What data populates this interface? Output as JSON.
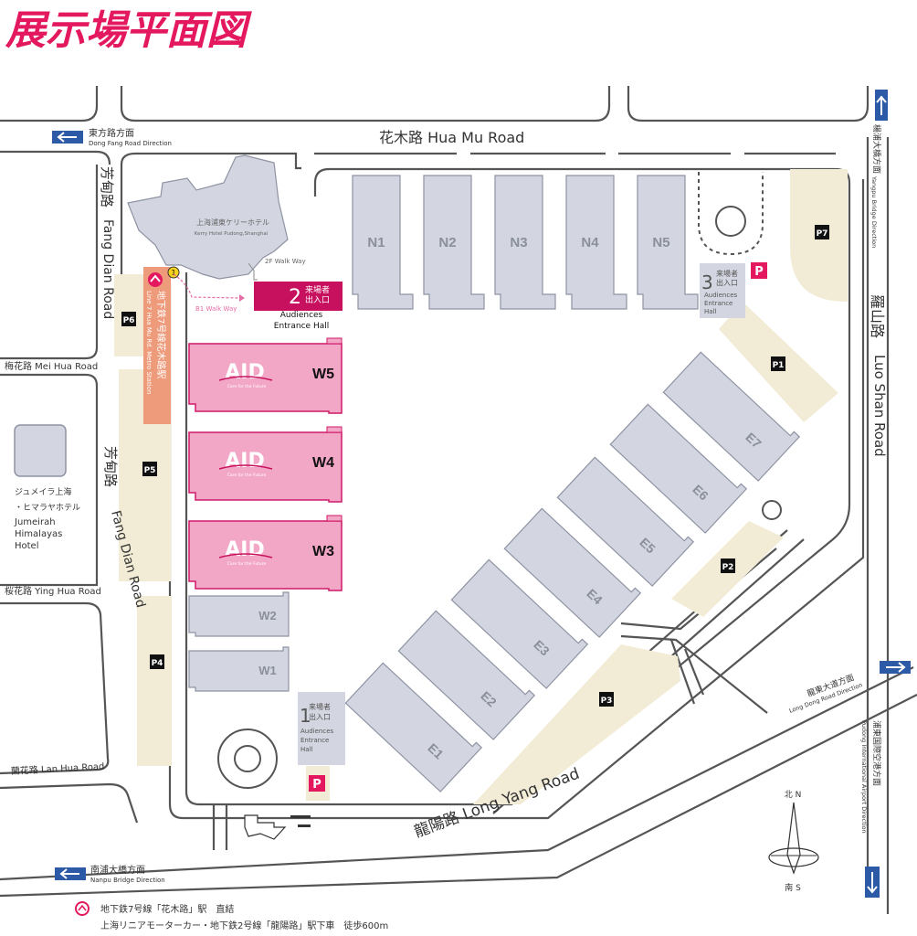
{
  "title": "展示場平面図",
  "roads": {
    "hua_mu": "花木路  Hua Mu Road",
    "luo_shan_jp": "羅山路",
    "luo_shan_en": "Luo Shan Road",
    "fang_dian_top_jp": "芳甸路",
    "fang_dian_top_en": "Fang Dian Road",
    "fang_dian_mid_jp": "芳甸路",
    "fang_dian_mid_en": "Fang Dian Road",
    "mei_hua": "梅花路 Mei Hua Road",
    "ying_hua": "桜花路 Ying Hua Road",
    "lan_hua": "蘭花路 Lan Hua Road",
    "long_yang": "龍陽路 Long Yang Road"
  },
  "directions": {
    "dong_fang_jp": "東方路方面",
    "dong_fang_en": "Dong Fang Road Direction",
    "yangpu_jp": "楊浦大橋方面",
    "yangpu_en": "Yangpu Bridge Direction",
    "long_dong_jp": "龍東大道方面",
    "long_dong_en": "Long Dong Road Direction",
    "pudong_airport_jp": "浦東国際空港方面",
    "pudong_airport_en": "Pudong International Airport Direction",
    "nanpu_jp": "南浦大橋方面",
    "nanpu_en": "Nanpu Bridge Direction"
  },
  "halls_north": [
    "N1",
    "N2",
    "N3",
    "N4",
    "N5"
  ],
  "halls_west_event": [
    "W5",
    "W4",
    "W3"
  ],
  "halls_west": [
    "W2",
    "W1"
  ],
  "halls_east": [
    "E1",
    "E2",
    "E3",
    "E4",
    "E5",
    "E6",
    "E7"
  ],
  "event_logo": "AID",
  "event_logo_sub": "Care for the Future",
  "parking": [
    "P1",
    "P2",
    "P3",
    "P4",
    "P5",
    "P6",
    "P7"
  ],
  "parking_symbol": "P",
  "entrance2": {
    "num": "2",
    "jp1": "来場者",
    "jp2": "出入口",
    "en1": "Audiences",
    "en2": "Entrance Hall"
  },
  "entrance3": {
    "num": "3",
    "jp1": "来場者",
    "jp2": "出入口",
    "en1": "Audiences",
    "en2": "Entrance",
    "en3": "Hall"
  },
  "entrance1": {
    "num": "1",
    "jp1": "来場者",
    "jp2": "出入口",
    "en1": "Audiences",
    "en2": "Entrance",
    "en3": "Hall"
  },
  "hotel_kerry": {
    "jp": "上海浦東ケリーホテル",
    "en": "Kerry Hotel Pudong,Shanghai"
  },
  "walkway_2f": "2F Walk Way",
  "walkway_b1": "B1 Walk Way",
  "metro_station": {
    "jp": "地下鉄7号線花木路駅",
    "en": "Line 7 Hua Mu Rd. Metro Station",
    "exit": "1"
  },
  "hotel_jumeirah": {
    "jp1": "ジュメイラ上海",
    "jp2": "・ヒマラヤホテル",
    "en1": "Jumeirah",
    "en2": "Himalayas",
    "en3": "Hotel"
  },
  "compass": {
    "north": "北 N",
    "south": "南 S"
  },
  "footer": {
    "line1": "地下鉄7号線「花木路」駅　直結",
    "line2": "上海リニアモーターカー・地下鉄2号線「龍陽路」駅下車　徒歩600m"
  },
  "colors": {
    "title": "#e3185f",
    "hall": "#d3d6e0",
    "hall_stroke": "#8e93a3",
    "event_hall": "#f3a7c6",
    "event_stroke": "#d0196a",
    "entrance": "#c8115e",
    "parking": "#f2ecd6",
    "metro": "#ee9b7c",
    "road": "#555555"
  }
}
